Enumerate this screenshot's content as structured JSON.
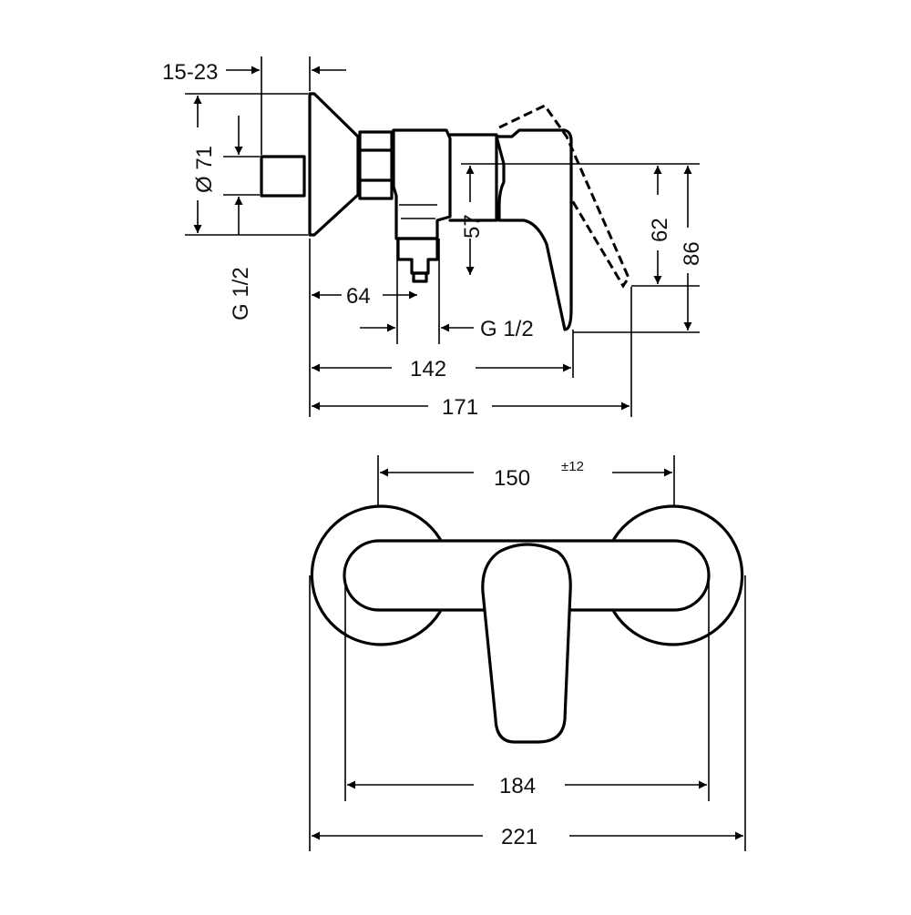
{
  "side_view": {
    "dim_wall": "15-23",
    "dim_diameter": "Ø 71",
    "dim_inlet_thread": "G 1/2",
    "dim_64": "64",
    "dim_outlet_thread": "G 1/2",
    "dim_142": "142",
    "dim_171": "171",
    "dim_57": "57",
    "dim_62": "62",
    "dim_86": "86"
  },
  "front_view": {
    "dim_150": "150",
    "dim_150_tolerance": "±12",
    "dim_184": "184",
    "dim_221": "221"
  }
}
